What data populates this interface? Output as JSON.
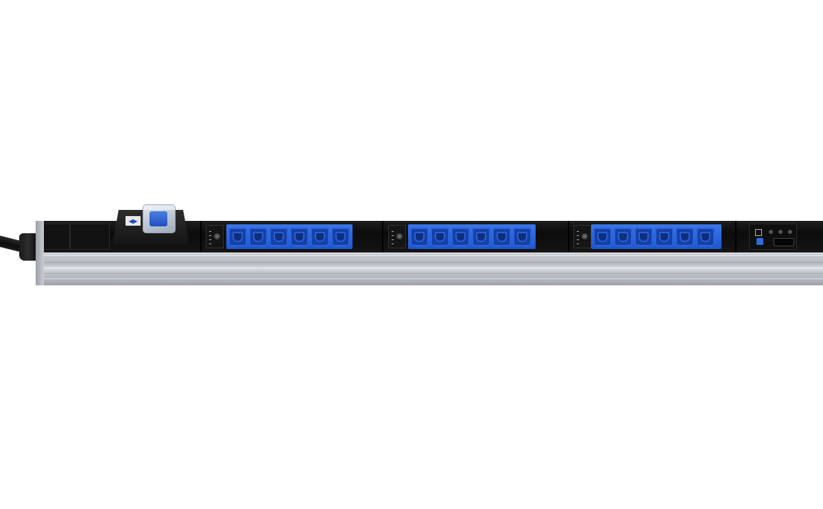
{
  "scene": {
    "subject": "",
    "colors": {
      "background": "#ffffff",
      "outlet_blue": "#2a63db",
      "housing": "#c3c7cc",
      "top_face": "#121212"
    }
  },
  "breaker": {
    "label_icon": "play-icon"
  },
  "banks": [
    {
      "outlets": 6
    },
    {
      "outlets": 6
    },
    {
      "outlets": 6
    }
  ]
}
